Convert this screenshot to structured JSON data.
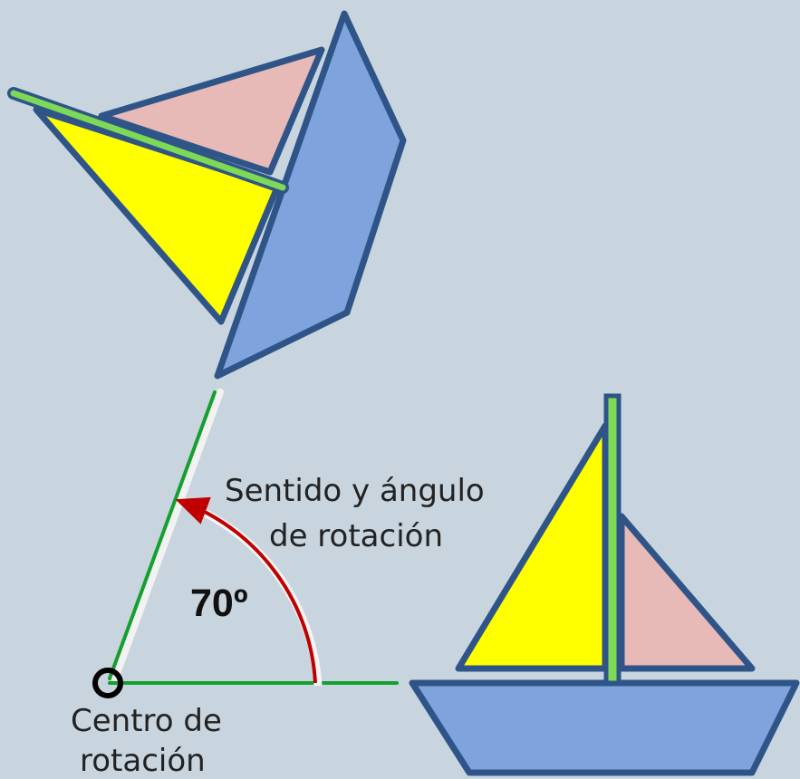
{
  "labels": {
    "rotation_sense": [
      "Sentido y ángulo",
      "de rotación"
    ],
    "angle": "70º",
    "center": [
      "Centro de",
      "rotación"
    ]
  },
  "colors": {
    "background": "#c9d5de",
    "sail_yellow": "#ffff00",
    "sail_pink": "#e7b9b7",
    "hull_blue": "#7fa3dc",
    "outline": "#2f5588",
    "mast_green": "#7ed957",
    "guide_green": "#14a02e",
    "arc_red": "#c00000"
  }
}
